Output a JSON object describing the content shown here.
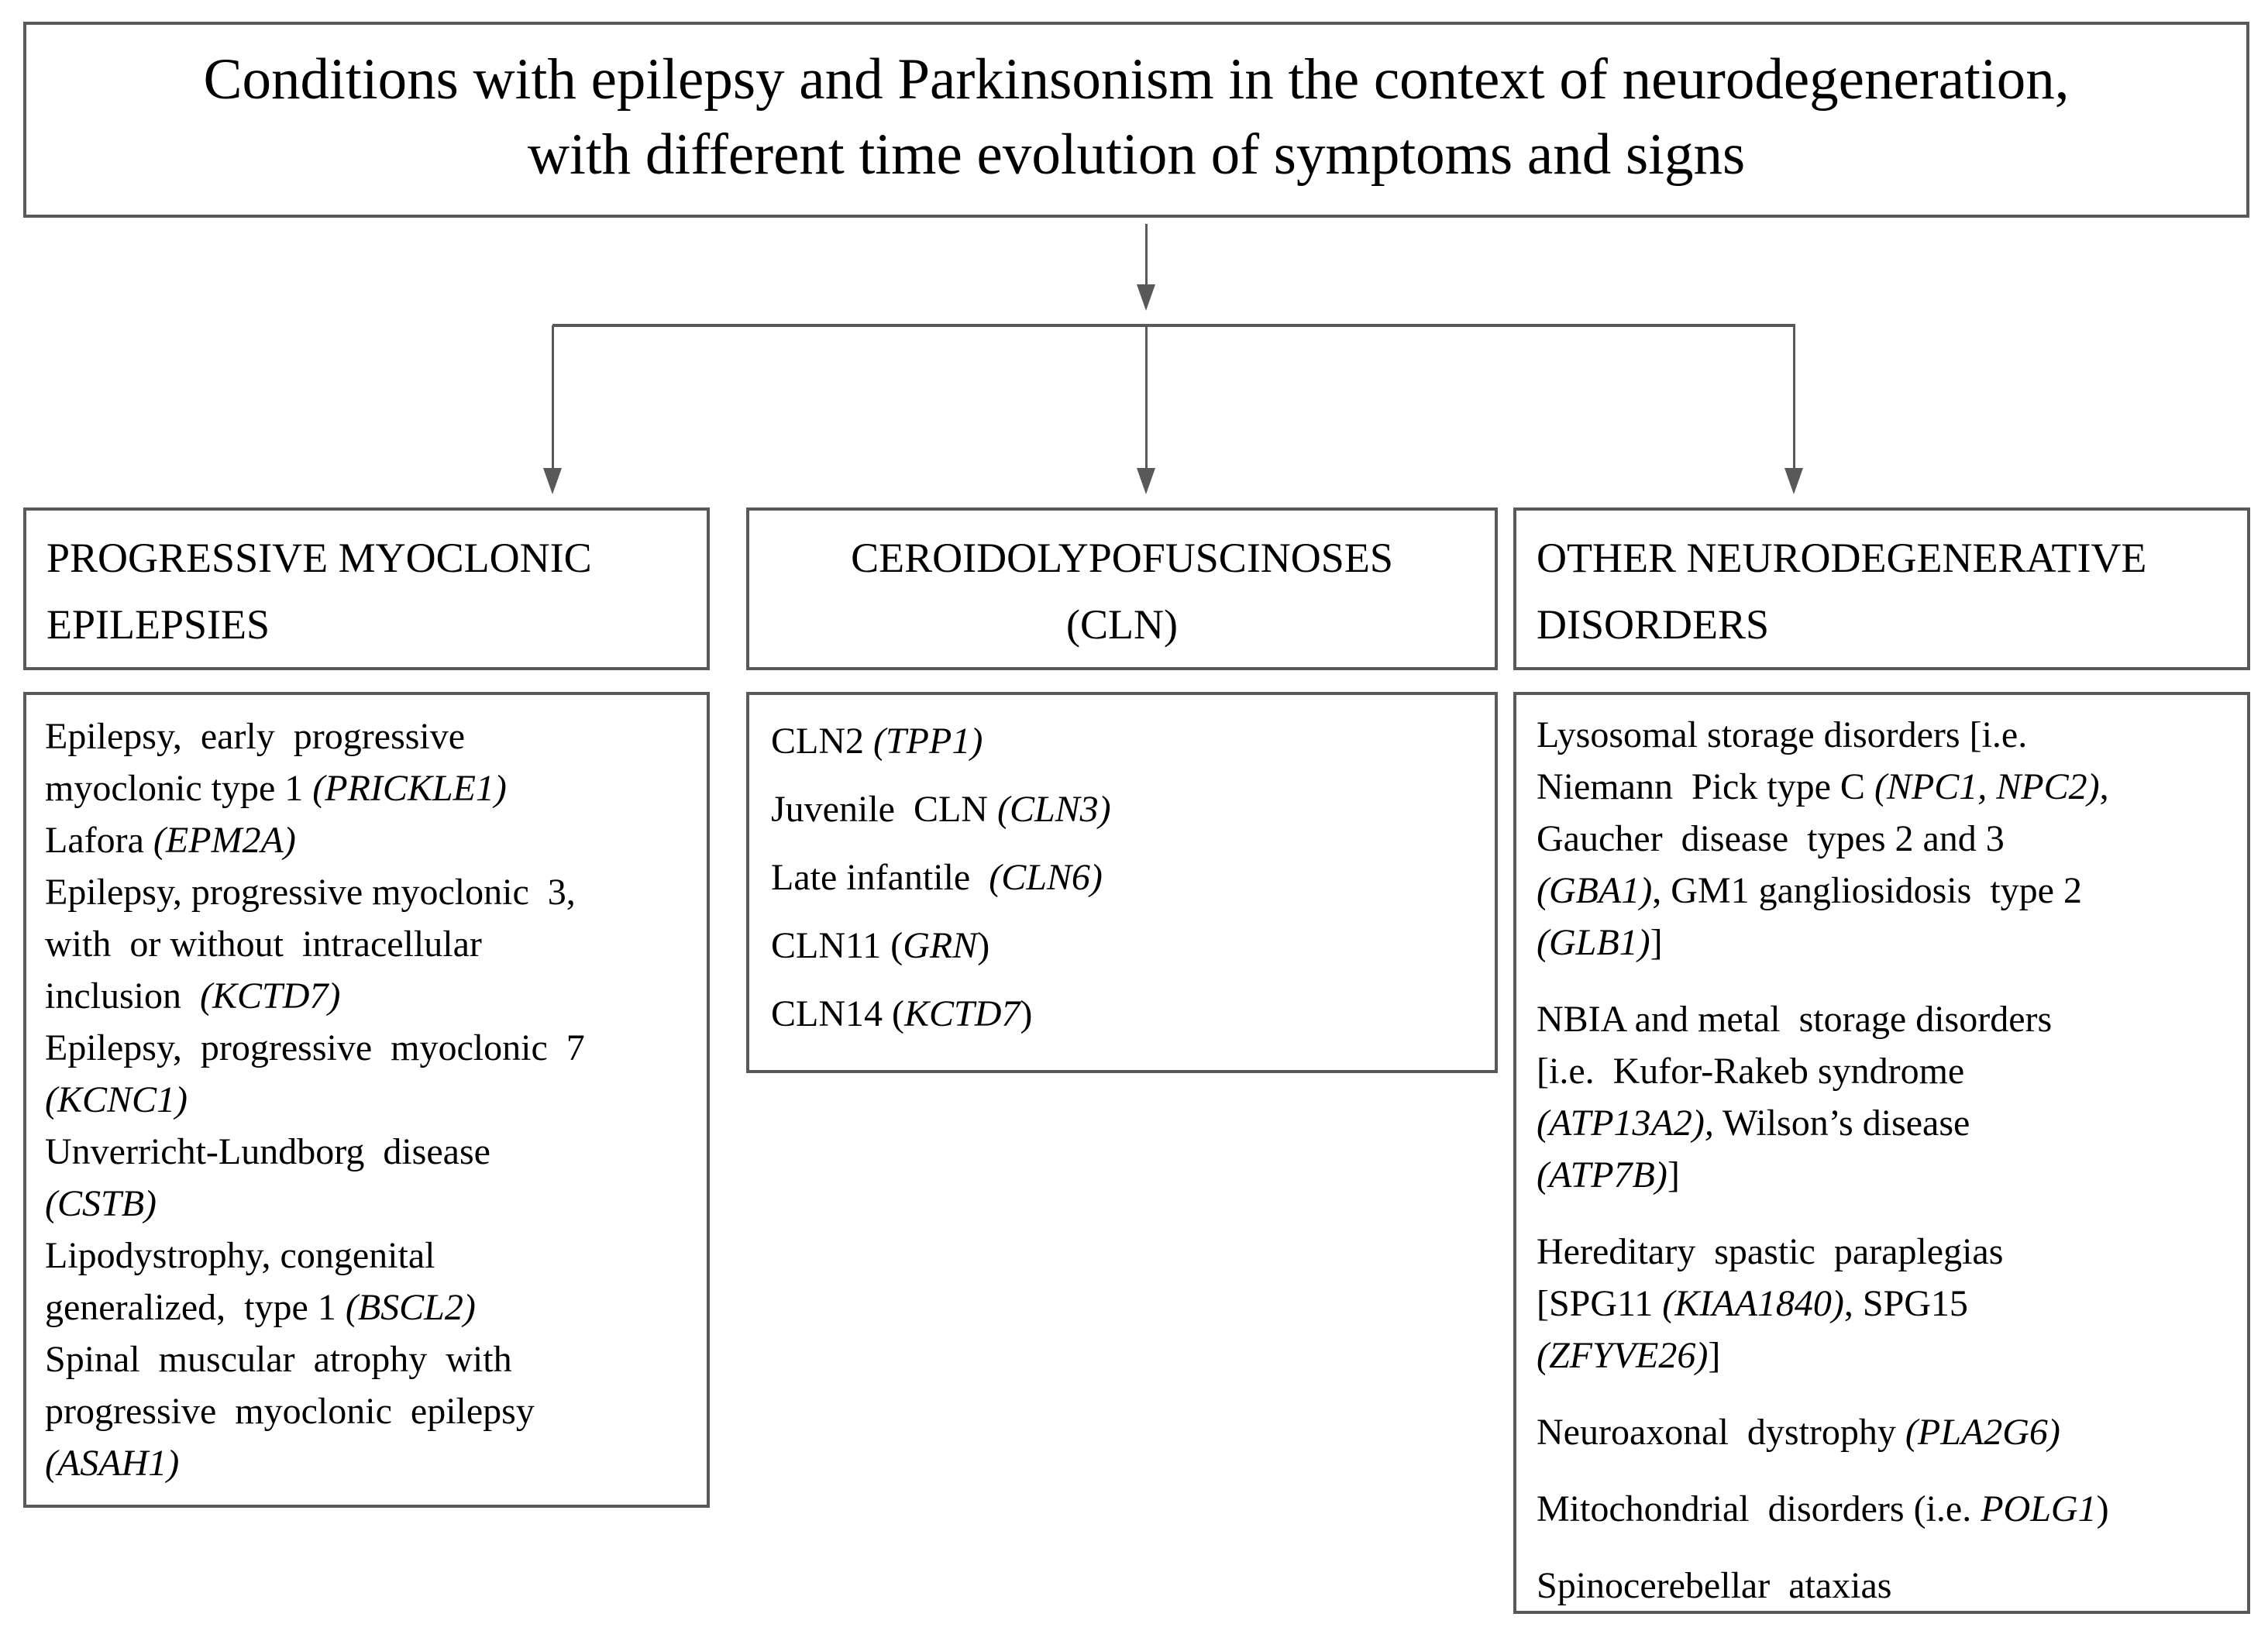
{
  "diagram": {
    "title": "Conditions with epilepsy and Parkinsonism in the context of neurodegeneration,\nwith different time evolution of symptoms and signs",
    "colors": {
      "box_border": "#58595b",
      "connector_line": "#595959",
      "text": "#000000",
      "background": "#ffffff"
    },
    "columns": [
      {
        "id": "progressive-myoclonic-epilepsies",
        "header": "PROGRESSIVE MYOCLONIC\nEPILEPSIES",
        "items": [
          {
            "segments": [
              {
                "t": "Epilepsy,  early  progressive\nmyoclonic type 1 ",
                "i": false
              },
              {
                "t": "(PRICKLE1)",
                "i": true
              }
            ]
          },
          {
            "segments": [
              {
                "t": "Lafora ",
                "i": false
              },
              {
                "t": "(EPM2A)",
                "i": true
              }
            ]
          },
          {
            "segments": [
              {
                "t": "Epilepsy, progressive myoclonic  3,\nwith  or without  intracellular\ninclusion  ",
                "i": false
              },
              {
                "t": "(KCTD7)",
                "i": true
              }
            ]
          },
          {
            "segments": [
              {
                "t": "Epilepsy,  progressive  myoclonic  7\n",
                "i": false
              },
              {
                "t": "(KCNC1)",
                "i": true
              }
            ]
          },
          {
            "segments": [
              {
                "t": "Unverricht-Lundborg  disease\n",
                "i": false
              },
              {
                "t": "(CSTB)",
                "i": true
              }
            ]
          },
          {
            "segments": [
              {
                "t": "Lipodystrophy, congenital\ngeneralized,  type 1 ",
                "i": false
              },
              {
                "t": "(BSCL2)",
                "i": true
              }
            ]
          },
          {
            "segments": [
              {
                "t": "Spinal  muscular  atrophy  with\nprogressive  myoclonic  epilepsy\n",
                "i": false
              },
              {
                "t": "(ASAH1)",
                "i": true
              }
            ]
          }
        ]
      },
      {
        "id": "ceroidolypofuscinoses",
        "header": "CEROIDOLYPOFUSCINOSES\n(CLN)",
        "items": [
          {
            "segments": [
              {
                "t": "CLN2 ",
                "i": false
              },
              {
                "t": "(TPP1)",
                "i": true
              }
            ]
          },
          {
            "segments": [
              {
                "t": "Juvenile  CLN ",
                "i": false
              },
              {
                "t": "(CLN3)",
                "i": true
              }
            ]
          },
          {
            "segments": [
              {
                "t": "Late infantile  ",
                "i": false
              },
              {
                "t": "(CLN6)",
                "i": true
              }
            ]
          },
          {
            "segments": [
              {
                "t": "CLN11 (",
                "i": false
              },
              {
                "t": "GRN",
                "i": true
              },
              {
                "t": ")",
                "i": false
              }
            ]
          },
          {
            "segments": [
              {
                "t": "CLN14 (",
                "i": false
              },
              {
                "t": "KCTD7",
                "i": true
              },
              {
                "t": ")",
                "i": false
              }
            ]
          }
        ]
      },
      {
        "id": "other-neurodegenerative-disorders",
        "header": "OTHER NEURODEGENERATIVE\nDISORDERS",
        "items": [
          {
            "segments": [
              {
                "t": "Lysosomal storage disorders [i.e.\nNiemann  Pick type C ",
                "i": false
              },
              {
                "t": "(NPC1, NPC2)",
                "i": true
              },
              {
                "t": ",\nGaucher  disease  types 2 and 3\n",
                "i": false
              },
              {
                "t": "(GBA1)",
                "i": true
              },
              {
                "t": ", GM1 gangliosidosis  type 2\n",
                "i": false
              },
              {
                "t": "(GLB1)",
                "i": true
              },
              {
                "t": "]",
                "i": false
              }
            ]
          },
          {
            "segments": [
              {
                "t": "NBIA and metal  storage disorders\n[i.e.  Kufor-Rakeb syndrome\n",
                "i": false
              },
              {
                "t": "(ATP13A2),",
                "i": true
              },
              {
                "t": " Wilson’s disease\n",
                "i": false
              },
              {
                "t": "(ATP7B)",
                "i": true
              },
              {
                "t": "]",
                "i": false
              }
            ]
          },
          {
            "segments": [
              {
                "t": "Hereditary  spastic  paraplegias\n[SPG11 ",
                "i": false
              },
              {
                "t": "(KIAA1840)",
                "i": true
              },
              {
                "t": ", SPG15\n",
                "i": false
              },
              {
                "t": "(ZFYVE26)",
                "i": true
              },
              {
                "t": "]",
                "i": false
              }
            ]
          },
          {
            "segments": [
              {
                "t": "Neuroaxonal  dystrophy ",
                "i": false
              },
              {
                "t": "(PLA2G6)",
                "i": true
              }
            ]
          },
          {
            "segments": [
              {
                "t": "Mitochondrial  disorders (i.e. ",
                "i": false
              },
              {
                "t": "POLG1",
                "i": true
              },
              {
                "t": ")",
                "i": false
              }
            ]
          },
          {
            "segments": [
              {
                "t": "Spinocerebellar  ataxias",
                "i": false
              }
            ]
          }
        ]
      }
    ]
  }
}
